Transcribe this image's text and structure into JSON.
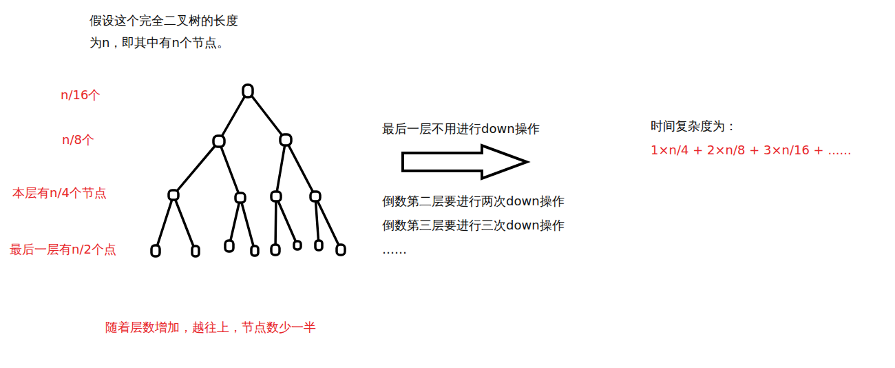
{
  "diagram": {
    "labels": [
      "假设这个完全二叉树的长度 为n，即其中有n个节点。",
      "n/16个",
      "n/8个",
      "本层有n/4个节点",
      "最后一层有n/2个点",
      "最后一层不用进行down操作",
      "倒数第二层要进行两次down操作",
      "倒数第三层要进行三次down操作",
      "……",
      "时间复杂度为：",
      "1×n/4 + 2×n/8 + 3×n/16 + ......",
      "随着层数增加，越往上，节点数少一半"
    ]
  }
}
